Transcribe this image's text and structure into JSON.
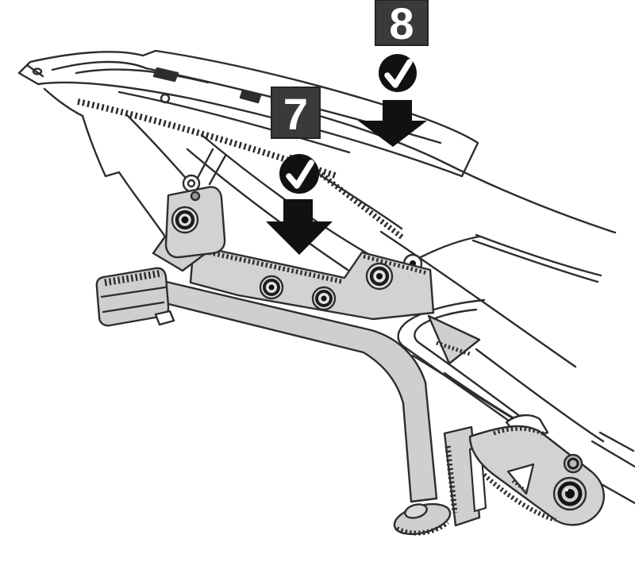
{
  "diagram": {
    "background_color": "#ffffff",
    "line_color": "#2d2d2d",
    "part_fill_color": "#d2d2d2",
    "annotation_color": "#111111",
    "steps": [
      {
        "number": "7",
        "badge_color": "#3a3a3a",
        "badge_text_color": "#ffffff",
        "status_icon": "checkmark-circle",
        "pointer_icon": "block-arrow-down"
      },
      {
        "number": "8",
        "badge_color": "#3a3a3a",
        "badge_text_color": "#ffffff",
        "status_icon": "checkmark-circle",
        "pointer_icon": "block-arrow-down"
      }
    ]
  }
}
